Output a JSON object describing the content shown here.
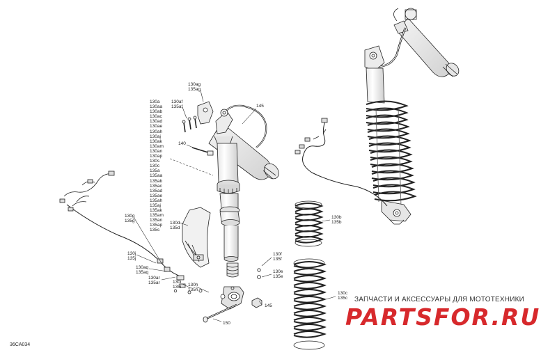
{
  "labels": {
    "l130ag": "130ag\n135ag",
    "l130af": "130af\n135af",
    "l145a": "145",
    "l140": "140",
    "l130g": "130g\n135g",
    "l130d": "130d\n135d",
    "l130j": "130j\n135j",
    "l130aq": "130aq\n135aq",
    "l130ar": "130ar\n135ar",
    "l130i": "130i\n135i",
    "l130h": "130h\n135h",
    "l130f": "130f\n135f",
    "l130e": "130e\n135e",
    "l145b": "145",
    "l150": "150",
    "l130b": "130b\n135b",
    "l130c": "130c\n135c"
  },
  "stack_labels": [
    "130a",
    "130aa",
    "130ab",
    "130ac",
    "130ad",
    "130ae",
    "130ah",
    "130aj",
    "130ak",
    "130am",
    "130an",
    "130ap",
    "130s",
    "130c",
    "135a",
    "135aa",
    "135ab",
    "135ac",
    "135ad",
    "135ae",
    "135ah",
    "135aj",
    "135ak",
    "135am",
    "135an",
    "135ap",
    "135s"
  ],
  "watermark": {
    "line": "ЗАПЧАСТИ И АКСЕССУАРЫ ДЛЯ МОТОТЕХНИКИ",
    "logo": "PARTSFOR.RU",
    "color": "#d4171b"
  },
  "figure_ref": "36CA034"
}
